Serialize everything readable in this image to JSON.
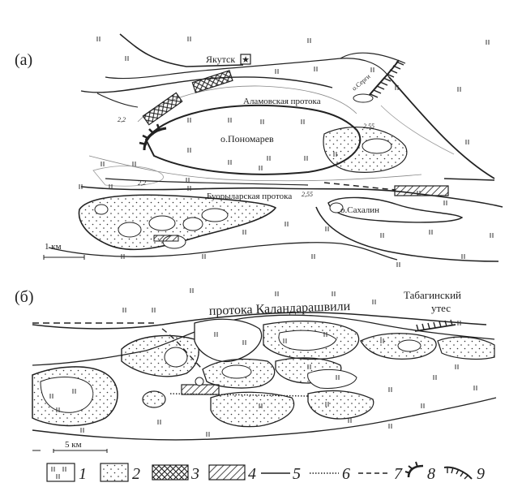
{
  "panel_a": {
    "label": "(а)",
    "labels": {
      "yakutsk": "Якутск",
      "alamovskaya": "Аламовская протока",
      "ponomarev": "о.Пономарев",
      "sergei": "о.Серги",
      "buoryl": "Буорыларская протока",
      "sakhalin": "о.Сахалин",
      "c1": "2,2",
      "c2": "2,2",
      "c3": "2,55",
      "c4": "2,55"
    },
    "scale": "1 км"
  },
  "panel_b": {
    "label": "(б)",
    "labels": {
      "kalandarashvili": "протока Каландарашвили",
      "tabaginsky_1": "Табагинский",
      "tabaginsky_2": "утес"
    },
    "scale": "5 км"
  },
  "legend": [
    {
      "num": "1",
      "symbol": "bedrock-hatch-box"
    },
    {
      "num": "2",
      "symbol": "dotted-sand-box"
    },
    {
      "num": "3",
      "symbol": "cross-hatch-box"
    },
    {
      "num": "4",
      "symbol": "diagonal-hatch-box"
    },
    {
      "num": "5",
      "symbol": "solid-line"
    },
    {
      "num": "6",
      "symbol": "dotted-line"
    },
    {
      "num": "7",
      "symbol": "dashed-line"
    },
    {
      "num": "8",
      "symbol": "hachure-arc"
    },
    {
      "num": "9",
      "symbol": "hachure-line"
    }
  ]
}
